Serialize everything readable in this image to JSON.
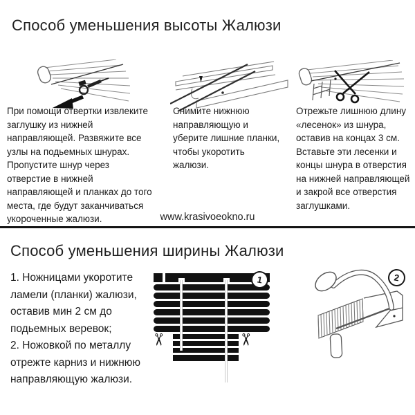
{
  "colors": {
    "ink": "#1c1c1c",
    "line_art": "#777777",
    "divider": "#141414"
  },
  "icons": {
    "scissors": "✂"
  },
  "top_section": {
    "title": "Способ уменьшения высоты Жалюзи",
    "steps": [
      {
        "illustration": "screwdriver-removes-plug",
        "text": "При помощи отвертки извлеките заглушку из нижней направляющей. Развяжите все узлы на подьемных шнурах. Пропустите шнур через отверстие в нижней направляющей и планках до того места, где будут заканчиваться укороченные жалюзи."
      },
      {
        "illustration": "remove-bottom-rail",
        "text": "Снимите нижнюю направляющую и уберите лишние планки, чтобы укоротить жалюзи."
      },
      {
        "illustration": "cut-ladder-cords",
        "text": "Отрежьте лишнюю длину «лесенок» из шнура, оставив на концах 3 см. Вставьте эти лесенки и концы шнура в отверстия на нижней направляющей и закрой все отверстия заглушками."
      }
    ]
  },
  "divider": {
    "website": "www.krasivoeokno.ru"
  },
  "bottom_section": {
    "title": "Способ уменьшения ширины Жалюзи",
    "instructions": [
      "1. Ножницами укоротите ламели (планки) жалюзи, оставив мин 2 см до подьемных веревок;",
      "2. Ножовкой по металлу отрежте карниз и нижнюю направляющую жалюзи."
    ],
    "figures": [
      {
        "number": "1",
        "illustration": "cut-slats-with-scissors"
      },
      {
        "number": "2",
        "illustration": "saw-rails-with-hacksaw"
      }
    ]
  }
}
